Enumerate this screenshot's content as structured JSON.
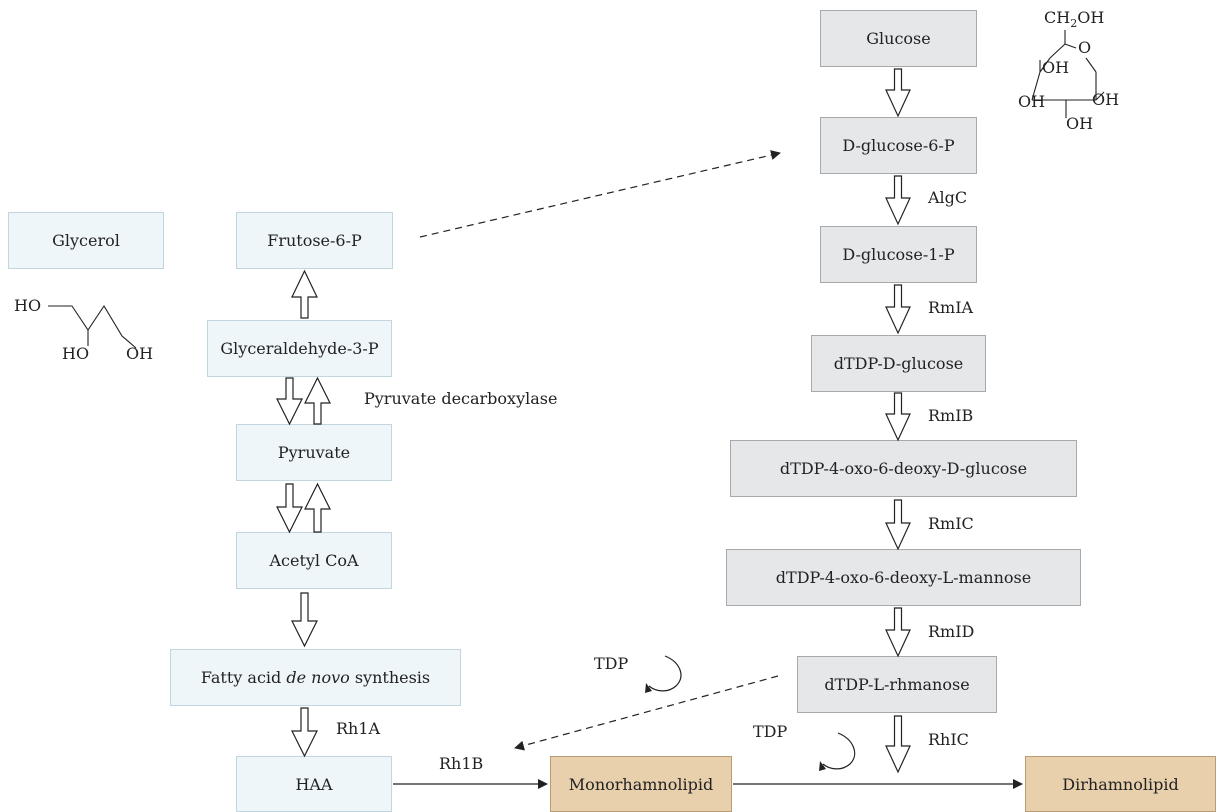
{
  "boxes": {
    "glycerol": "Glycerol",
    "frutose6p": "Frutose-6-P",
    "glyceraldehyde3p": "Glyceraldehyde-3-P",
    "pyruvate": "Pyruvate",
    "acetylcoa": "Acetyl CoA",
    "fattyacid_pre": "Fatty acid ",
    "fattyacid_italic": "de novo",
    "fattyacid_post": " synthesis",
    "haa": "HAA",
    "glucose": "Glucose",
    "dglucose6p": "D-glucose-6-P",
    "dglucose1p": "D-glucose-1-P",
    "dtdpdglucose": "dTDP-D-glucose",
    "dtdp4oxoglucose": "dTDP-4-oxo-6-deoxy-D-glucose",
    "dtdp4oxomannose": "dTDP-4-oxo-6-deoxy-L-mannose",
    "dtdplrhamnose": "dTDP-L-rhmanose",
    "monorhamnolipid": "Monorhamnolipid",
    "dirhamnolipid": "Dirhamnolipid"
  },
  "enzymes": {
    "algc": "AlgC",
    "rmla": "RmIA",
    "rmlb": "RmIB",
    "rmlc": "RmIC",
    "rmld": "RmID",
    "rhlc": "RhIC",
    "rh1a": "Rh1A",
    "rh1b": "Rh1B",
    "pyruvate_decarboxylase": "Pyruvate decarboxylase",
    "tdp1": "TDP",
    "tdp2": "TDP"
  },
  "glycerol_structure": {
    "ho_top": "HO",
    "ho_bottom": "HO",
    "oh": "OH"
  },
  "glucose_structure": {
    "ch2oh_pre": "CH",
    "ch2oh_sub": "2",
    "ch2oh_post": "OH",
    "ring_o": "O",
    "oh_top": "OH",
    "oh_right": "OH",
    "oh_left": "OH",
    "oh_bottom": "OH"
  },
  "colors": {
    "left_box_fill": "#eff6f9",
    "right_box_fill": "#e6e7e9",
    "product_box_fill": "#e8d0ad"
  }
}
